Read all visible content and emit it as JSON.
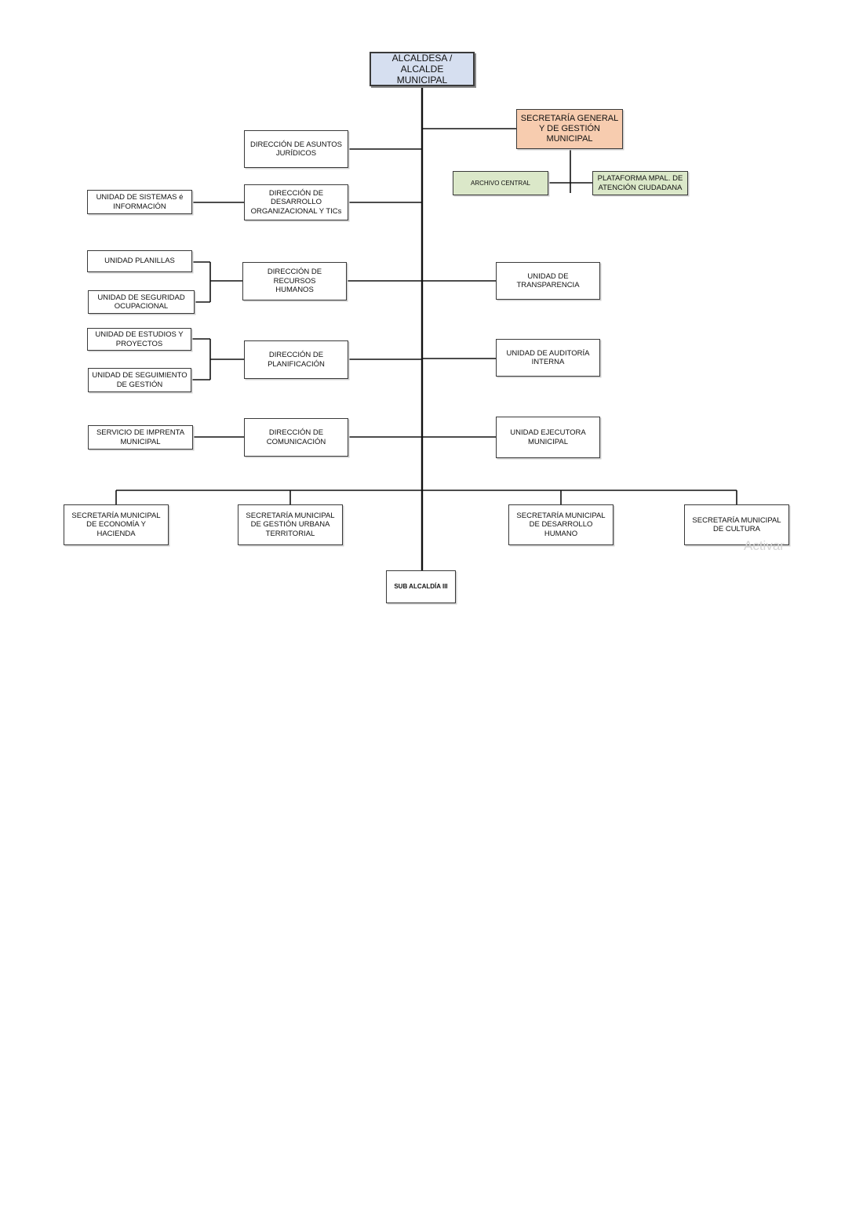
{
  "colors": {
    "alcalde": "#d6dff0",
    "secretaria_general": "#f7ccaf",
    "green": "#dbe8c9"
  },
  "nodes": {
    "alcalde": "ALCALDESA /\nALCALDE\nMUNICIPAL",
    "secretaria_general": "SECRETARÍA GENERAL\nY DE GESTIÓN\nMUNICIPAL",
    "archivo_central": "ARCHIVO CENTRAL",
    "plataforma": "PLATAFORMA MPAL. DE\nATENCIÓN CIUDADANA",
    "asuntos_juridicos": "DIRECCIÓN DE ASUNTOS\nJURÍDICOS",
    "desarrollo_org": "DIRECCIÓN DE\nDESARROLLO\nORGANIZACIONAL Y TICs",
    "sistemas": "UNIDAD DE SISTEMAS é\nINFORMACIÓN",
    "planillas": "UNIDAD PLANILLAS",
    "seguridad": "UNIDAD DE SEGURIDAD\nOCUPACIONAL",
    "rrhh": "DIRECCIÓN DE RECURSOS\nHUMANOS",
    "transparencia": "UNIDAD DE\nTRANSPARENCIA",
    "estudios": "UNIDAD DE ESTUDIOS Y\nPROYECTOS",
    "seguimiento": "UNIDAD DE  SEGUIMIENTO\nDE GESTIÓN",
    "planificacion": "DIRECCIÓN DE\nPLANIFICACIÓN",
    "auditoria": "UNIDAD DE AUDITORÍA\nINTERNA",
    "imprenta": "SERVICIO DE IMPRENTA\nMUNICIPAL",
    "comunicacion": "DIRECCIÓN DE\nCOMUNICACIÓN",
    "ejecutora": "UNIDAD EJECUTORA\nMUNICIPAL",
    "economia": "SECRETARÍA MUNICIPAL\nDE ECONOMÍA Y HACIENDA",
    "gestion_urbana": "SECRETARÍA MUNICIPAL\nDE GESTIÓN URBANA\nTERRITORIAL",
    "desarrollo_humano": "SECRETARÍA MUNICIPAL\nDE  DESARROLLO HUMANO",
    "cultura": "SECRETARÍA MUNICIPAL\nDE CULTURA",
    "subalcaldia": "SUB ALCALDÍA III"
  },
  "watermark": "Activar"
}
